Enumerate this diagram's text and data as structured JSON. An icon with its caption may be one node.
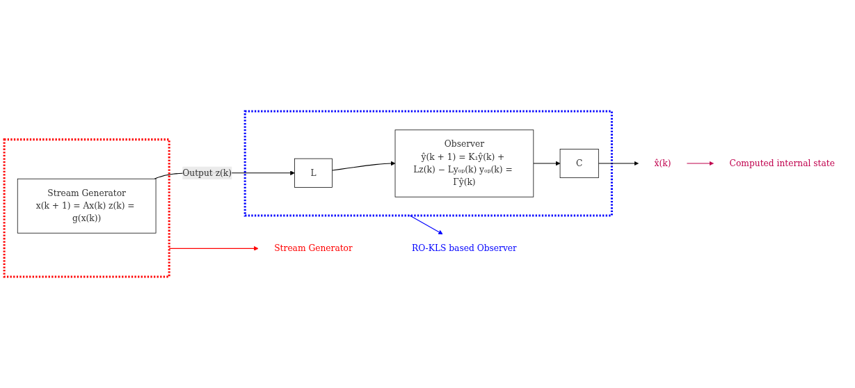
{
  "diagram": {
    "nodes": [
      {
        "text": [],
        "shape": "box"
      },
      {
        "text": [
          "Stream Generator",
          "x(k + 1) = Ax(k) z(k) = g(x(k))"
        ],
        "in": 0
      },
      {
        "text": [
          "Stream Generator"
        ]
      },
      {
        "text": [],
        "shape": "box"
      },
      {
        "text": [
          "L"
        ],
        "in": 3
      },
      {
        "text": [
          "Observer",
          "ŷ(k + 1) = K₁ŷ(k) + Lz(k) − Lyₒₚ(k) yₒₚ(k) = Γŷ(k)"
        ],
        "in": 3
      },
      {
        "text": [
          "C"
        ],
        "in": 3
      },
      {
        "text": [
          "x̂(k)"
        ]
      },
      {
        "text": [
          "Computed internal state"
        ]
      },
      {
        "text": [
          "RO-KLS based Observer"
        ]
      }
    ],
    "edges": [
      {
        "from": 0,
        "to": 2,
        "arrow": "to",
        "color": "#ff0000"
      },
      {
        "from": 1,
        "to": 4,
        "arrow": "to",
        "label": "Output z(k)"
      },
      {
        "from": 4,
        "to": 5,
        "arrow": "to"
      },
      {
        "from": 5,
        "to": 6,
        "arrow": "to"
      },
      {
        "from": 6,
        "to": 7,
        "arrow": "to"
      },
      {
        "from": 7,
        "to": 8,
        "arrow": "to",
        "color": "#c0004d"
      },
      {
        "from": 3,
        "to": 9,
        "arrow": "to",
        "color": "#0000ff"
      }
    ]
  }
}
